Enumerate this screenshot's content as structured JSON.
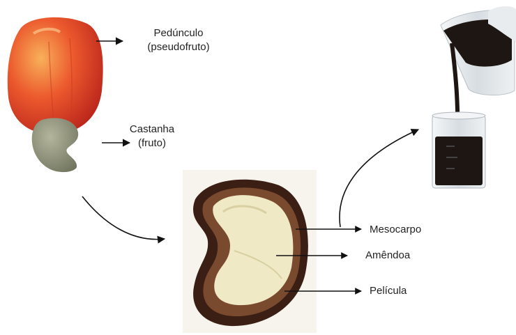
{
  "labels": {
    "pedunculo": {
      "line1": "Pedúnculo",
      "line2": "(pseudofruto)"
    },
    "castanha": {
      "line1": "Castanha",
      "line2": "(fruto)"
    },
    "mesocarpo": "Mesocarpo",
    "amendoa": "Amêndoa",
    "pelicula": "Película"
  },
  "colors": {
    "cashew_apple": "#e8492c",
    "cashew_nut": "#8c8f77",
    "shell": "#3b1f14",
    "kernel": "#efe9c6",
    "liquid": "#1e1612",
    "glass": "#dde3e8",
    "arrow": "#111111"
  }
}
